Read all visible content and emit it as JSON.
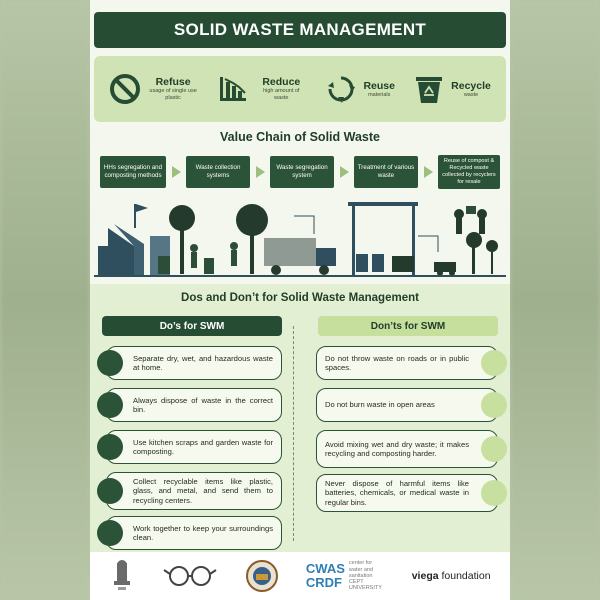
{
  "title": "SOLID WASTE MANAGEMENT",
  "four_r": [
    {
      "title": "Refuse",
      "sub": "usage of single use plastic",
      "icon": "no-entry-icon"
    },
    {
      "title": "Reduce",
      "sub": "high amount of waste",
      "icon": "reduce-chart-icon"
    },
    {
      "title": "Reuse",
      "sub": "materials",
      "icon": "cycle-arrows-icon"
    },
    {
      "title": "Recycle",
      "sub": "waste",
      "icon": "recycle-bin-icon"
    }
  ],
  "value_chain": {
    "title": "Value Chain of Solid Waste",
    "steps": [
      "HHs segregation and composting methods",
      "Waste collection systems",
      "Waste segregation system",
      "Treatment of various waste",
      "Reuse of compost & Recycled waste collected by recyclers for resale"
    ]
  },
  "dos_donts": {
    "title": "Dos and Don’t for Solid Waste Management",
    "dos_heading": "Do’s for SWM",
    "donts_heading": "Don’ts for SWM",
    "dos": [
      "Separate dry, wet, and hazardous waste at home.",
      "Always dispose of waste in the correct bin.",
      "Use kitchen scraps and garden waste for composting.",
      "Collect recyclable items like plastic, glass, and metal, and send them to recycling centers.",
      "Work together to keep your surroundings clean."
    ],
    "donts": [
      "Do not throw waste on roads or in public spaces.",
      "Do not burn waste in open areas",
      "Avoid mixing wet and dry waste; it makes recycling and composting harder.",
      "Never dispose of harmful items like batteries, chemicals, or medical waste in regular bins."
    ]
  },
  "footer": {
    "cwas": "CWAS",
    "crdf": "CRDF",
    "cwas_small": "center for water and sanitation",
    "cept": "CEPT UNIVERSITY",
    "viega_word": "viega",
    "viega_suffix": " foundation"
  },
  "colors": {
    "dark_green": "#264d33",
    "light_green": "#cfe3b4",
    "section_bg": "#e3efd2",
    "cwas_blue": "#2e7fb5"
  }
}
